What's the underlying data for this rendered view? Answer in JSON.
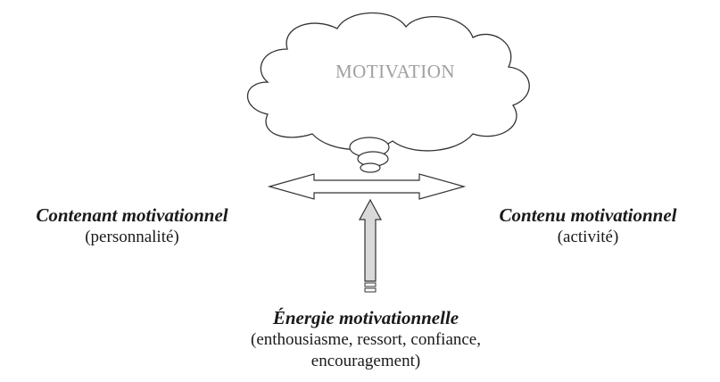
{
  "cloud": {
    "label": "MOTIVATION"
  },
  "left": {
    "title": "Contenant motivationnel",
    "subtitle": "(personnalité)"
  },
  "right": {
    "title": "Contenu motivationnel",
    "subtitle": "(activité)"
  },
  "bottom": {
    "title": "Énergie motivationnelle",
    "subtitle_line1": "(enthousiasme, ressort, confiance,",
    "subtitle_line2": "encouragement)"
  },
  "colors": {
    "stroke": "#333333",
    "cloud_fill": "#ffffff",
    "arrow_fill": "#d9d9d9",
    "cloud_text": "#a0a0a0"
  }
}
